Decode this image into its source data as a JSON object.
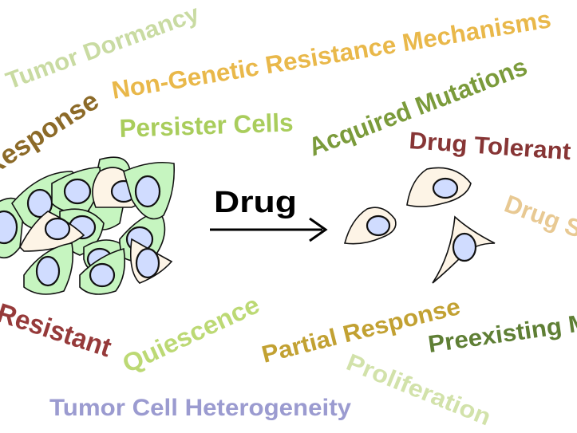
{
  "center": {
    "label": "Drug"
  },
  "words": {
    "tumor_dormancy": "Tumor Dormancy",
    "non_genetic": "Non-Genetic Resistance Mechanisms",
    "response": "Response",
    "persister_cells": "Persister Cells",
    "acquired_mutations": "Acquired Mutations",
    "drug_tolerant": "Drug Tolerant",
    "drug_sensitive": "Drug Sensitive",
    "resistant": "Resistant",
    "quiescence": "Quiescence",
    "partial_response": "Partial Response",
    "preexisting": "Preexisting Mutations",
    "proliferation": "Proliferation",
    "heterogeneity": "Tumor Cell Heterogeneity"
  },
  "colors": {
    "sensitive_cell": "#c6f5c0",
    "tolerant_cell": "#fdf4e6",
    "nucleus": "#d0dcff"
  }
}
